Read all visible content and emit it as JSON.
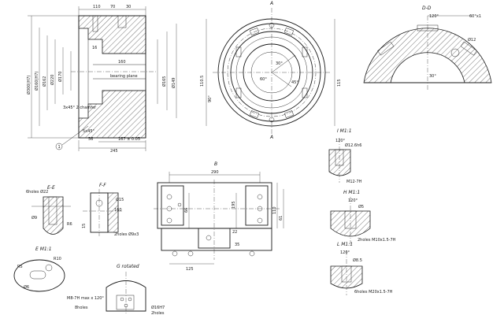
{
  "main_section": {
    "dims": [
      "245",
      "167 ± 0.05",
      "56",
      "5x45°",
      "70",
      "110",
      "30",
      "16",
      "160"
    ],
    "dia_dims": [
      "Ø300(H7)",
      "Ø160(H7)",
      "Ø162",
      "Ø220",
      "Ø170",
      "Ø165",
      "Ø149"
    ],
    "labels": [
      "bearing plane",
      "3x45° 2 chamfer"
    ],
    "balloon": "1"
  },
  "front_view": {
    "section_mark": "A",
    "angles": [
      "30°",
      "45°",
      "60°",
      "90°"
    ],
    "dims": [
      "110.5",
      "115",
      "90°"
    ]
  },
  "section_dd": {
    "title": "D-D",
    "labels": [
      "60°x1",
      "Ø12",
      "120°",
      "30°"
    ]
  },
  "view_b": {
    "title": "B",
    "dims": [
      "290",
      "195",
      "125",
      "110",
      "61",
      "66",
      "22",
      "35"
    ]
  },
  "detail_ee": {
    "title": "E-E",
    "labels": [
      "6holes Ø22",
      "R6",
      "Ø9"
    ]
  },
  "detail_ff": {
    "title": "F-F",
    "labels": [
      "Ø15",
      "160",
      "2holes Ø9x3",
      "15"
    ]
  },
  "detail_e": {
    "title": "E M1:1",
    "labels": [
      "R10",
      "R5",
      "Ø6"
    ]
  },
  "detail_g": {
    "title": "G rotated",
    "labels": [
      "M8-7H max x 120°",
      "8holes",
      "Ø16H7",
      "2holes"
    ]
  },
  "right_details": {
    "d1": {
      "title": "I M1:1",
      "labels": [
        "120°",
        "Ø12.6h6",
        "M12-7H"
      ]
    },
    "d2": {
      "title": "H M1:1",
      "labels": [
        "120°",
        "Ø5",
        "2holes M10x1.5-7H"
      ]
    },
    "d3": {
      "title": "L M1:1",
      "labels": [
        "120°",
        "Ø8.5",
        "6holes M20x1.5-7H"
      ]
    }
  }
}
